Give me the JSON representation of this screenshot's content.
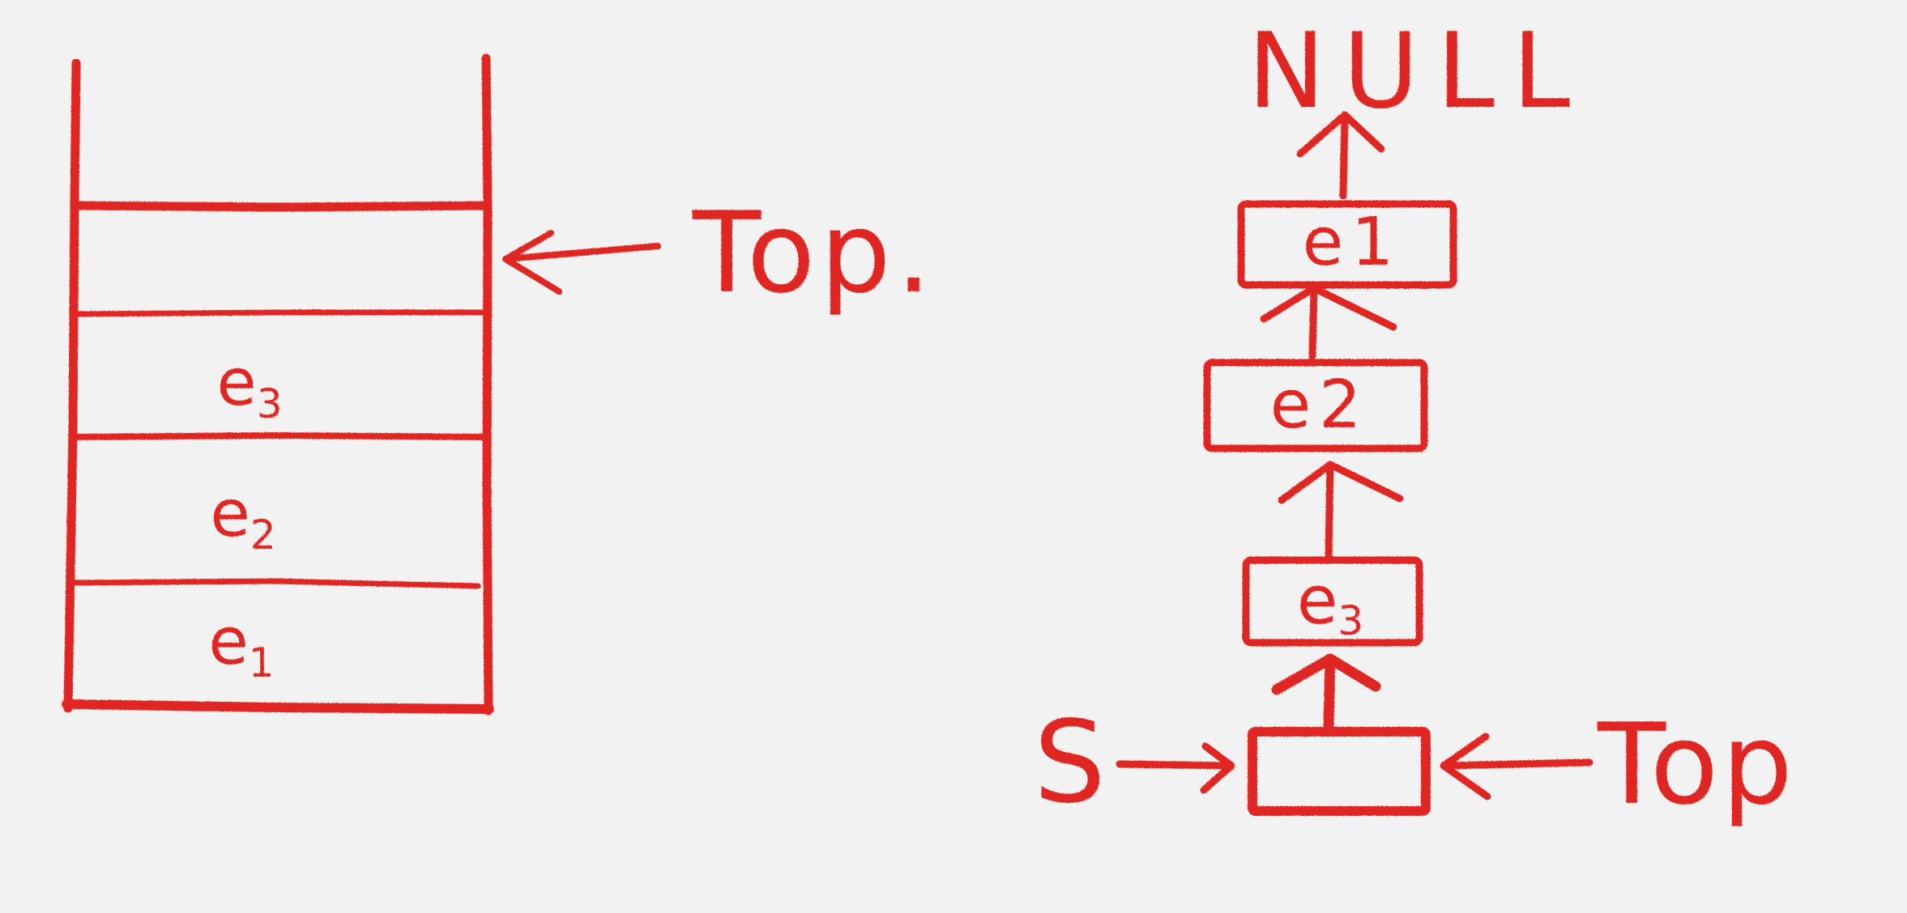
{
  "colors": {
    "ink": "#e02622",
    "paper": "#f2f2f2"
  },
  "array_stack": {
    "cells": [
      {
        "base": "e",
        "sub": "3"
      },
      {
        "base": "e",
        "sub": "2"
      },
      {
        "base": "e",
        "sub": "1"
      }
    ],
    "top_label": "Top."
  },
  "linked_stack": {
    "null_label": "NULL",
    "nodes": [
      {
        "base": "e",
        "sub": "1"
      },
      {
        "base": "e",
        "sub": "2"
      },
      {
        "base": "e",
        "sub": "3"
      }
    ],
    "head_label": "S",
    "top_label": "Top"
  }
}
